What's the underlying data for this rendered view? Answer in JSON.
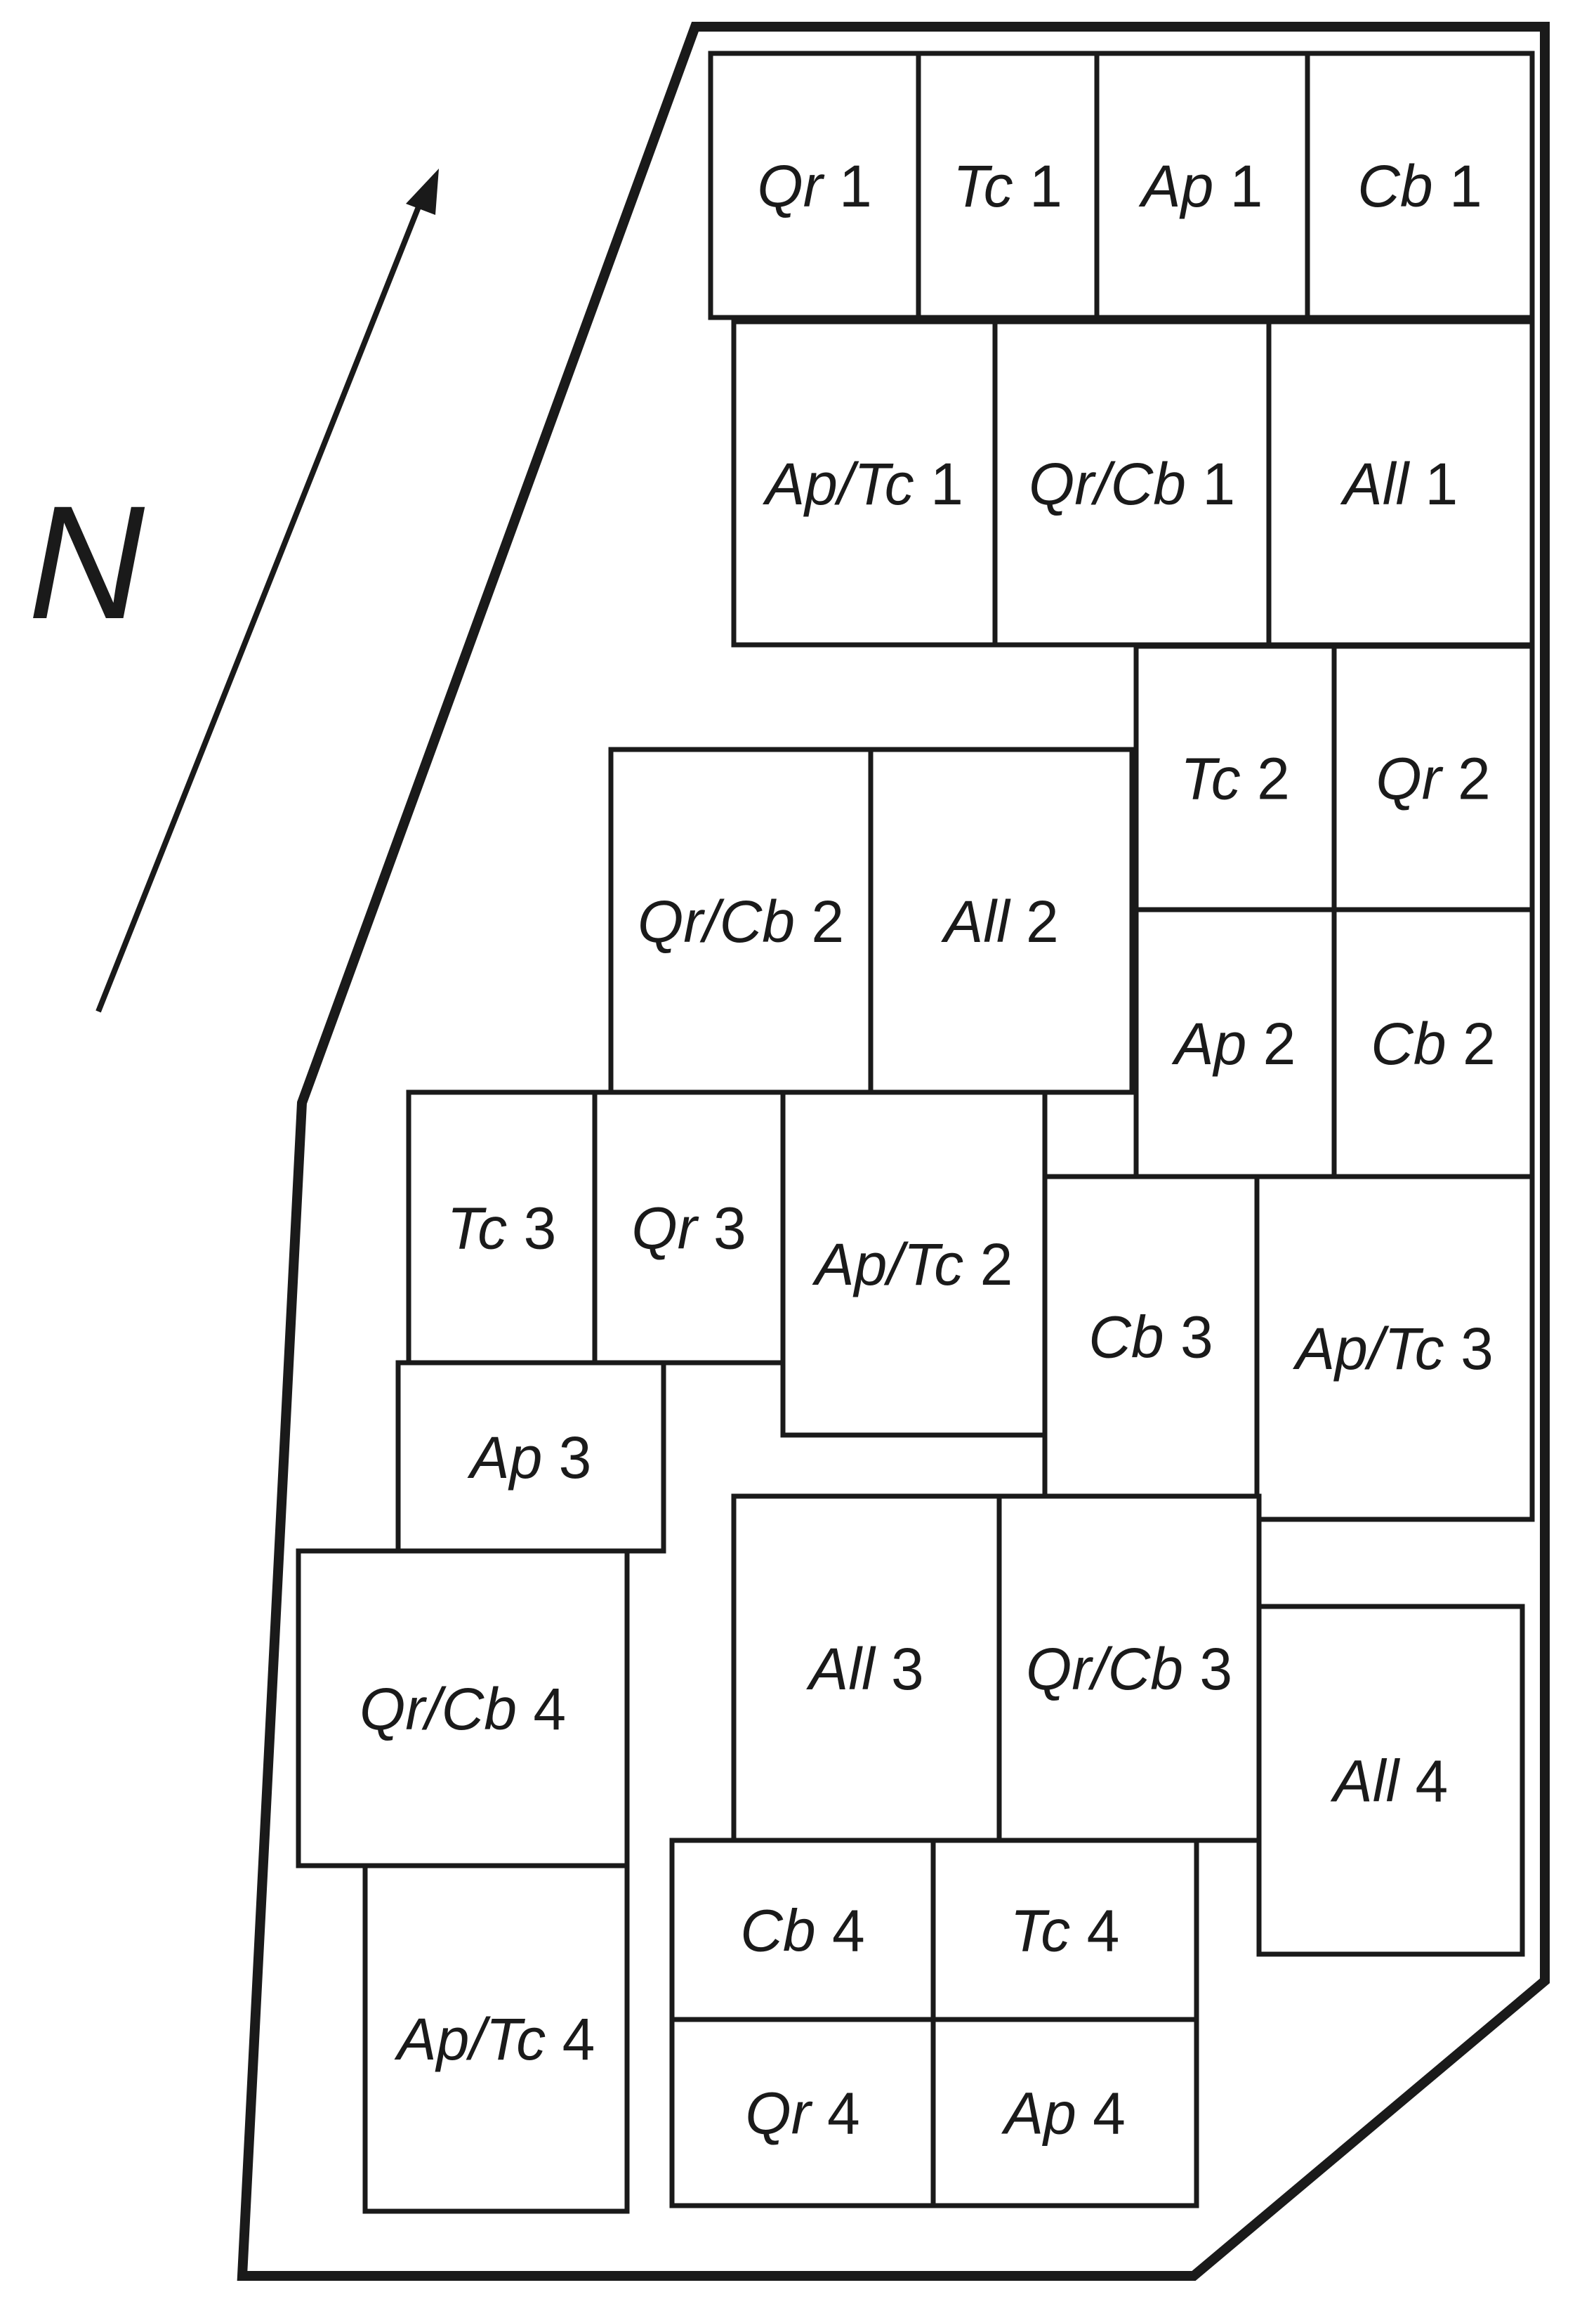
{
  "north_label": "N",
  "plots": [
    {
      "id": "qr-1",
      "species": "Qr",
      "rep": "1"
    },
    {
      "id": "tc-1",
      "species": "Tc",
      "rep": "1"
    },
    {
      "id": "ap-1",
      "species": "Ap",
      "rep": "1"
    },
    {
      "id": "cb-1",
      "species": "Cb",
      "rep": "1"
    },
    {
      "id": "aptc-1",
      "species": "Ap/Tc",
      "rep": "1"
    },
    {
      "id": "qrcb-1",
      "species": "Qr/Cb",
      "rep": "1"
    },
    {
      "id": "all-1",
      "species": "All",
      "rep": "1"
    },
    {
      "id": "tc-2",
      "species": "Tc",
      "rep": "2"
    },
    {
      "id": "qr-2",
      "species": "Qr",
      "rep": "2"
    },
    {
      "id": "qrcb-2",
      "species": "Qr/Cb",
      "rep": "2"
    },
    {
      "id": "all-2",
      "species": "All",
      "rep": "2"
    },
    {
      "id": "ap-2",
      "species": "Ap",
      "rep": "2"
    },
    {
      "id": "cb-2",
      "species": "Cb",
      "rep": "2"
    },
    {
      "id": "tc-3",
      "species": "Tc",
      "rep": "3"
    },
    {
      "id": "qr-3",
      "species": "Qr",
      "rep": "3"
    },
    {
      "id": "aptc-2",
      "species": "Ap/Tc",
      "rep": "2"
    },
    {
      "id": "cb-3",
      "species": "Cb",
      "rep": "3"
    },
    {
      "id": "aptc-3",
      "species": "Ap/Tc",
      "rep": "3"
    },
    {
      "id": "ap-3",
      "species": "Ap",
      "rep": "3"
    },
    {
      "id": "all-3",
      "species": "All",
      "rep": "3"
    },
    {
      "id": "qrcb-3",
      "species": "Qr/Cb",
      "rep": "3"
    },
    {
      "id": "qrcb-4",
      "species": "Qr/Cb",
      "rep": "4"
    },
    {
      "id": "all-4",
      "species": "All",
      "rep": "4"
    },
    {
      "id": "cb-4",
      "species": "Cb",
      "rep": "4"
    },
    {
      "id": "tc-4",
      "species": "Tc",
      "rep": "4"
    },
    {
      "id": "aptc-4",
      "species": "Ap/Tc",
      "rep": "4"
    },
    {
      "id": "qr-4",
      "species": "Qr",
      "rep": "4"
    },
    {
      "id": "ap-4",
      "species": "Ap",
      "rep": "4"
    }
  ]
}
